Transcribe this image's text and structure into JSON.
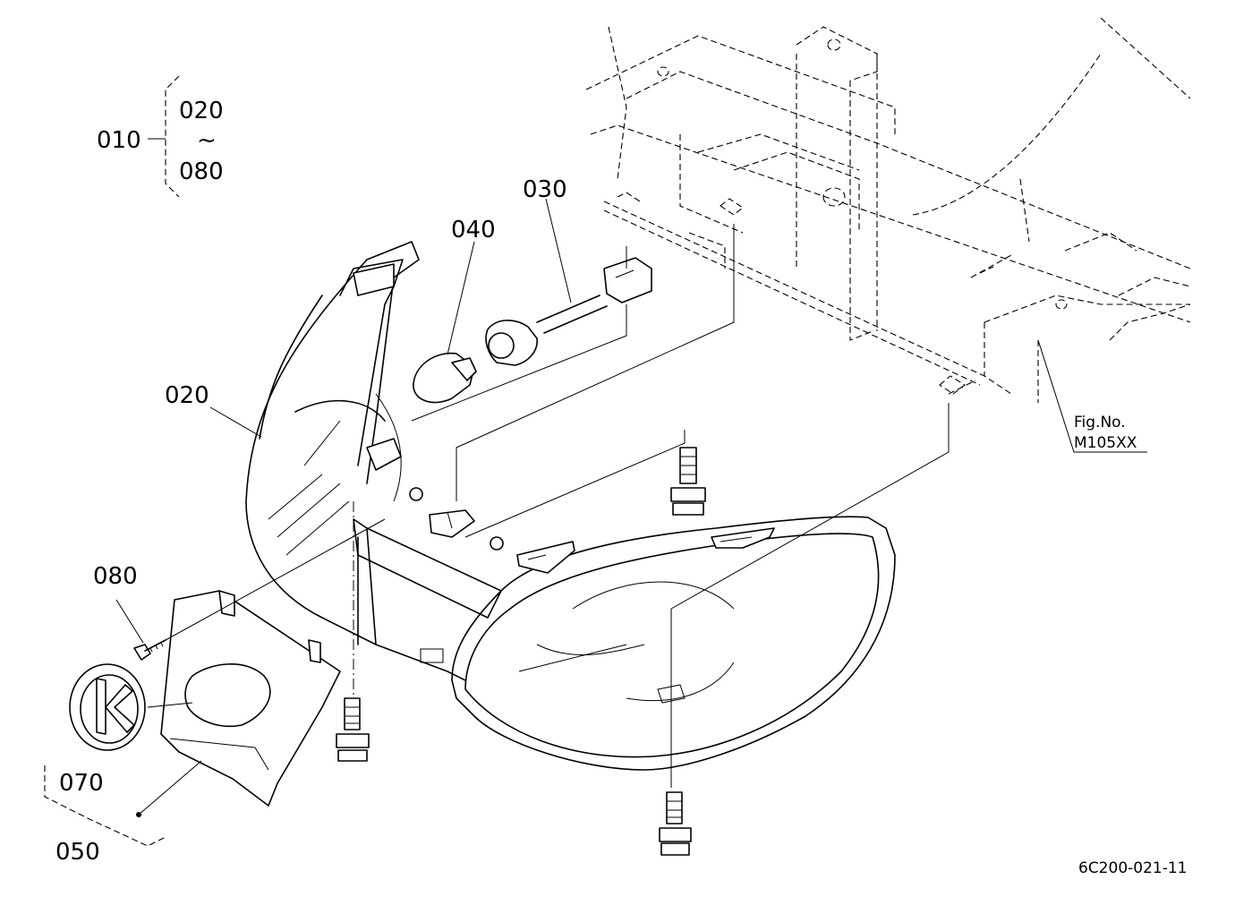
{
  "labels": {
    "assembly": "010",
    "range_start": "020",
    "range_sep": "~",
    "range_end": "080",
    "headlight": "020",
    "socket": "030",
    "bulb": "040",
    "cover": "050",
    "emblem": "070",
    "screw": "080"
  },
  "figure_ref": {
    "line1": "Fig.No.",
    "line2": "M105XX"
  },
  "drawing_number": "6C200-021-11"
}
